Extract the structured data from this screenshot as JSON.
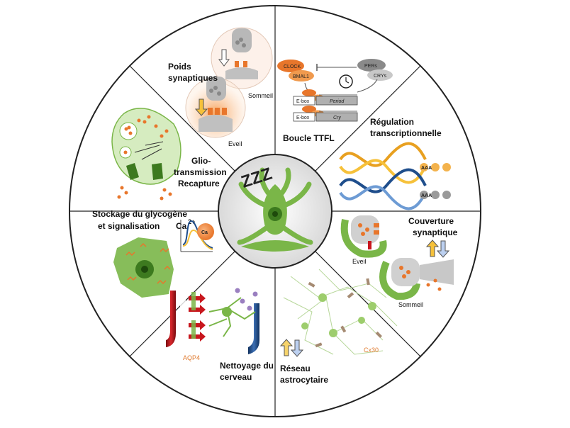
{
  "sectors": {
    "synaptic_weight": {
      "line1": "Poids",
      "line2": "synaptiques",
      "sleep": "Sommeil",
      "wake": "Eveil"
    },
    "ttfl": {
      "label": "Boucle TTFL",
      "clock": "CLOCK",
      "bmal1": "BMAL1",
      "pers": "PERs",
      "crys": "CRYs",
      "ebox1": "E-box",
      "period": "Period",
      "ebox2": "E-box",
      "cry": "Cry"
    },
    "transcription": {
      "line1": "Régulation",
      "line2": "transcriptionnelle",
      "polya1": "AAA",
      "polya2": "AAA"
    },
    "coverage": {
      "line1": "Couverture",
      "line2": "synaptique",
      "wake": "Eveil",
      "sleep": "Sommeil"
    },
    "network": {
      "line1": "Réseau",
      "line2": "astrocytaire",
      "cx30": "Cx30"
    },
    "clearance": {
      "line1": "Nettoyage du",
      "line2": "cerveau",
      "aqp4": "AQP4"
    },
    "glycogen": {
      "line1": "Stockage du glycogène",
      "line2": "et signalisation",
      "ca_label": "Ca",
      "ca_sup": "2+",
      "ca_badge": "Ca"
    },
    "gliotransmission": {
      "line1": "Glio-",
      "line2": "transmission",
      "line3": "Recapture"
    }
  },
  "center": {
    "icon": "astrocyte-meditating-icon",
    "zzz": "ZZZ"
  },
  "colors": {
    "green": "#7ab648",
    "dark_green": "#3d7a1f",
    "orange": "#e8762b",
    "red": "#c8161d",
    "blue": "#1f4e8c",
    "grey": "#8a8a8a"
  }
}
